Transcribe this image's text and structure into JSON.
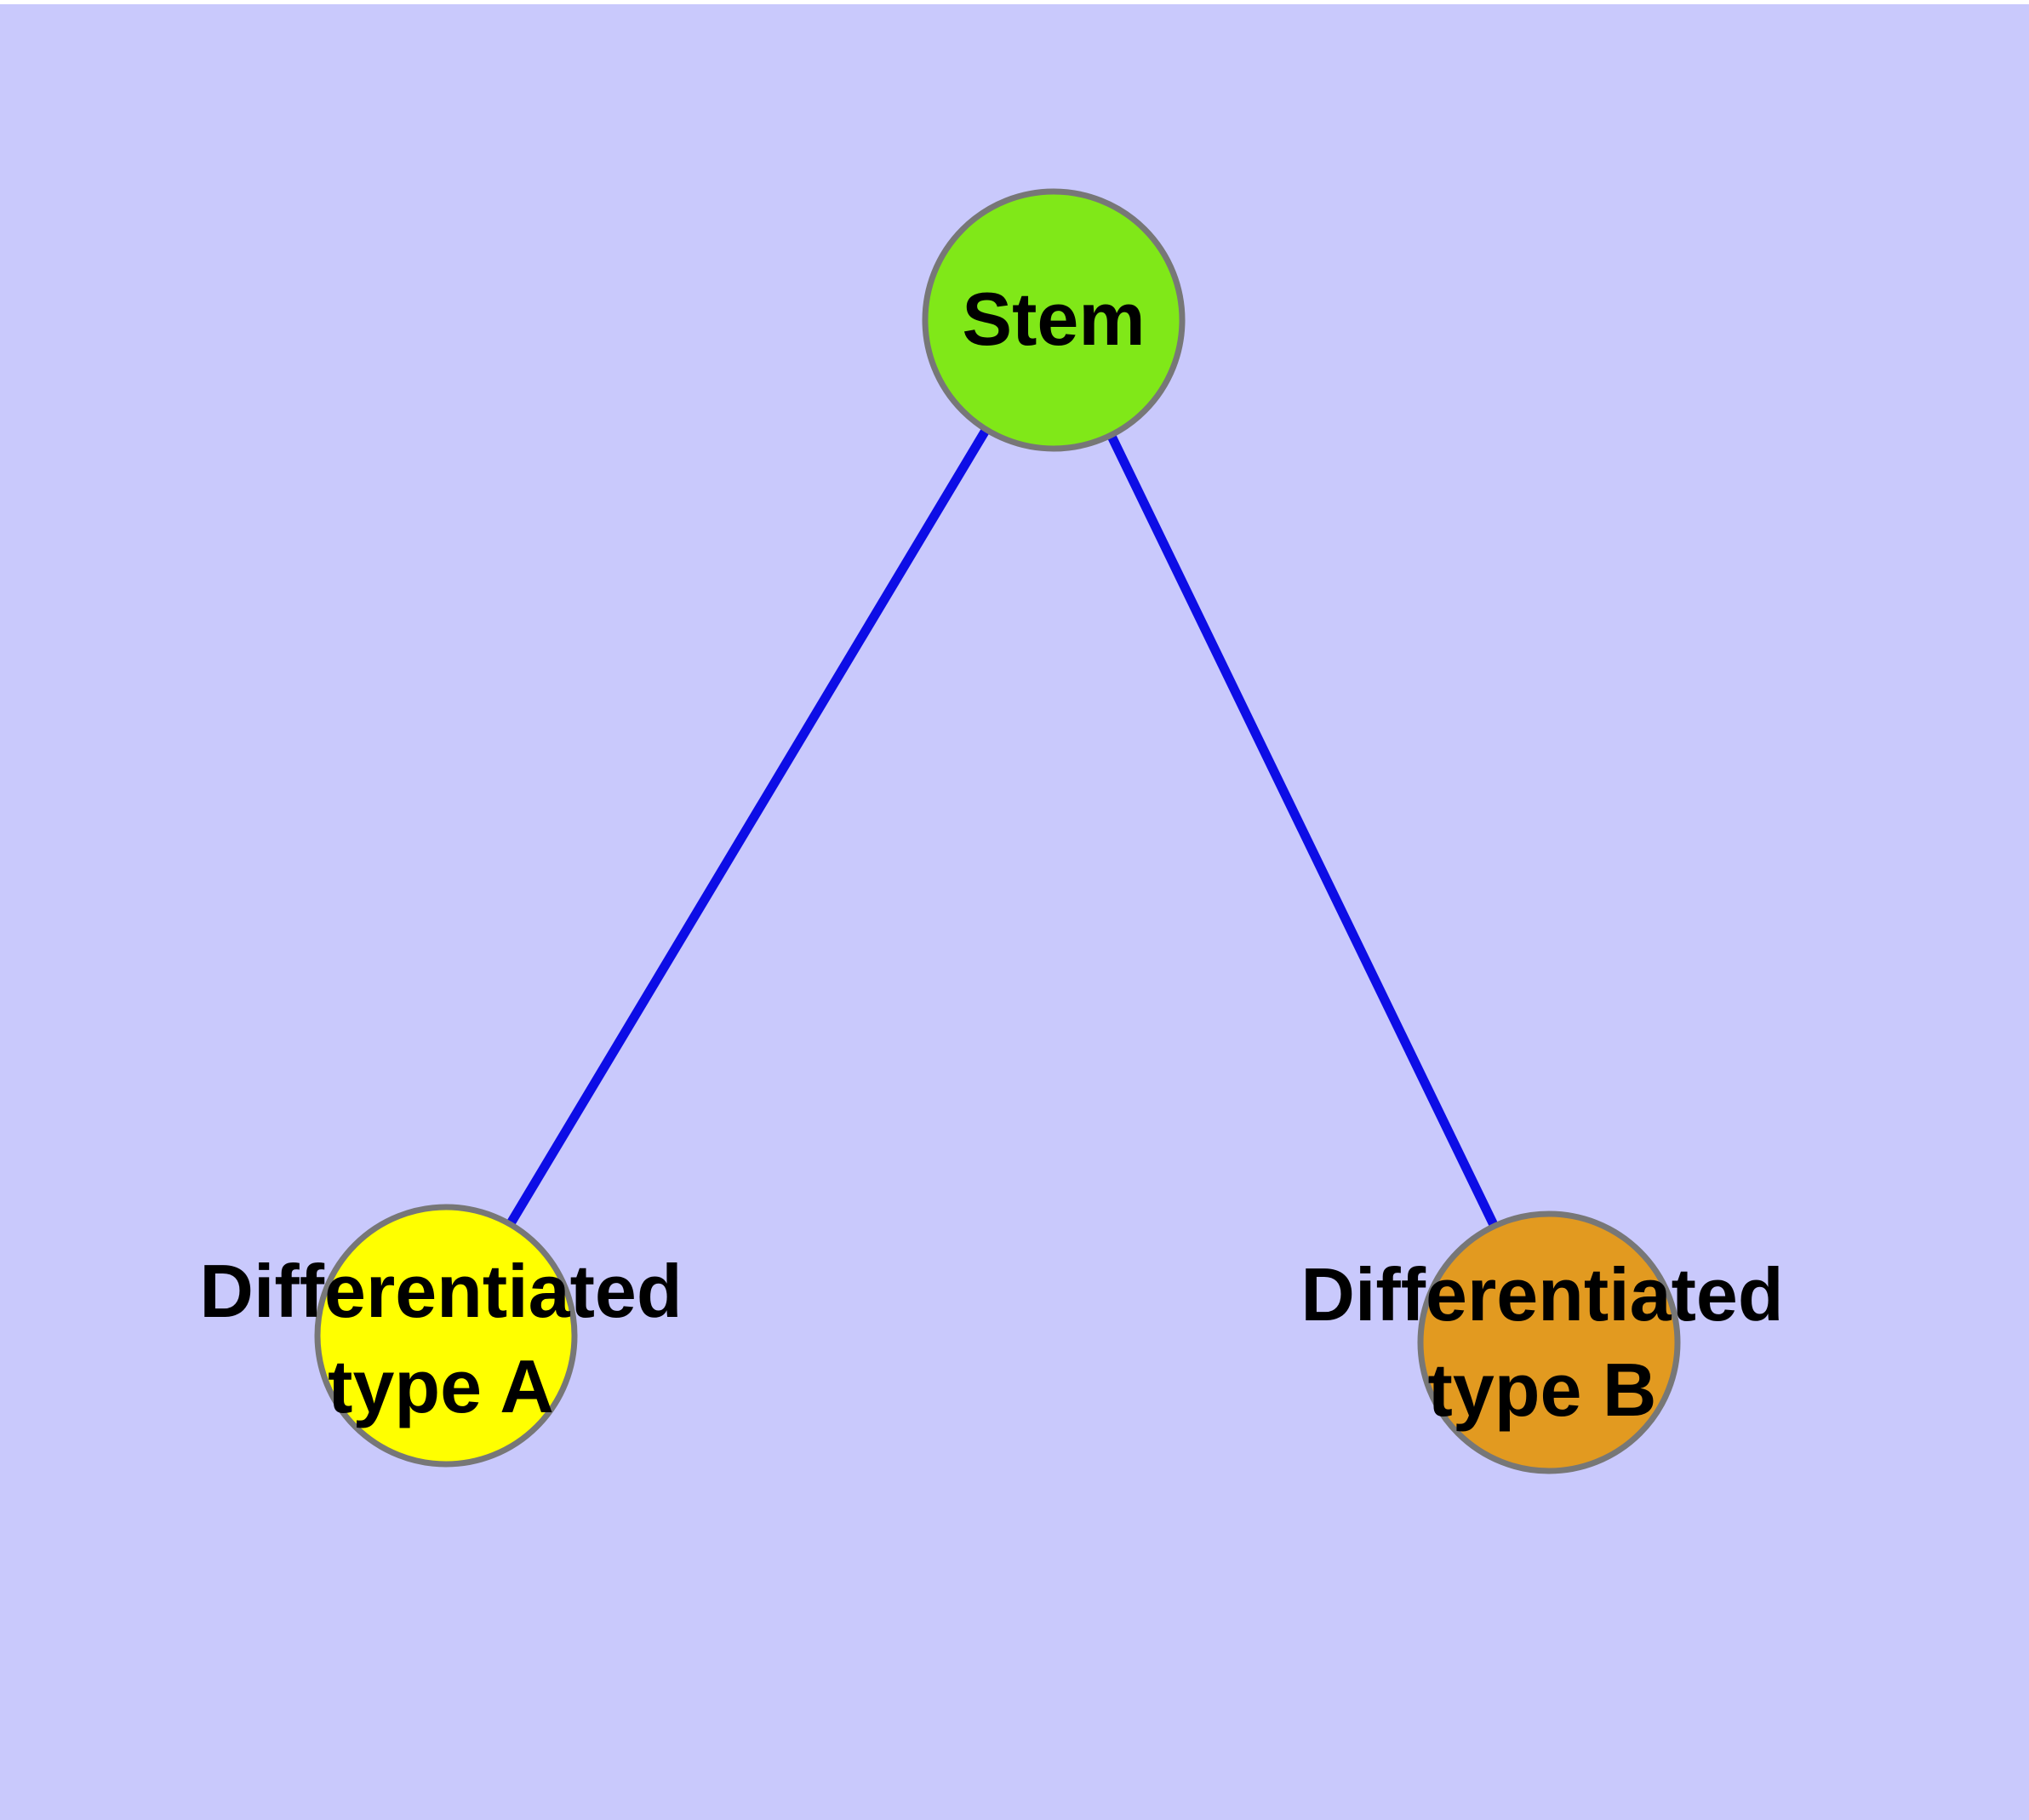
{
  "diagram": {
    "type": "node-link-graph",
    "description": "Cell differentiation hierarchy: one stem node branching to two differentiated cell type nodes"
  },
  "colors": {
    "background": "#c9c9fc",
    "node_border": "#777777",
    "edge": "#0d0de6",
    "label_text": "#000000"
  },
  "nodes": {
    "stem": {
      "label": "Stem",
      "color": "#80e818",
      "shape": "circle"
    },
    "typeA": {
      "label": "Differentiated\ntype A",
      "color": "#ffff00",
      "shape": "circle"
    },
    "typeB": {
      "label": "Differentiated\ntype B",
      "color": "#e29a20",
      "shape": "circle"
    }
  },
  "edges": [
    {
      "from": "Stem",
      "to": "Differentiated type A"
    },
    {
      "from": "Stem",
      "to": "Differentiated type B"
    }
  ]
}
